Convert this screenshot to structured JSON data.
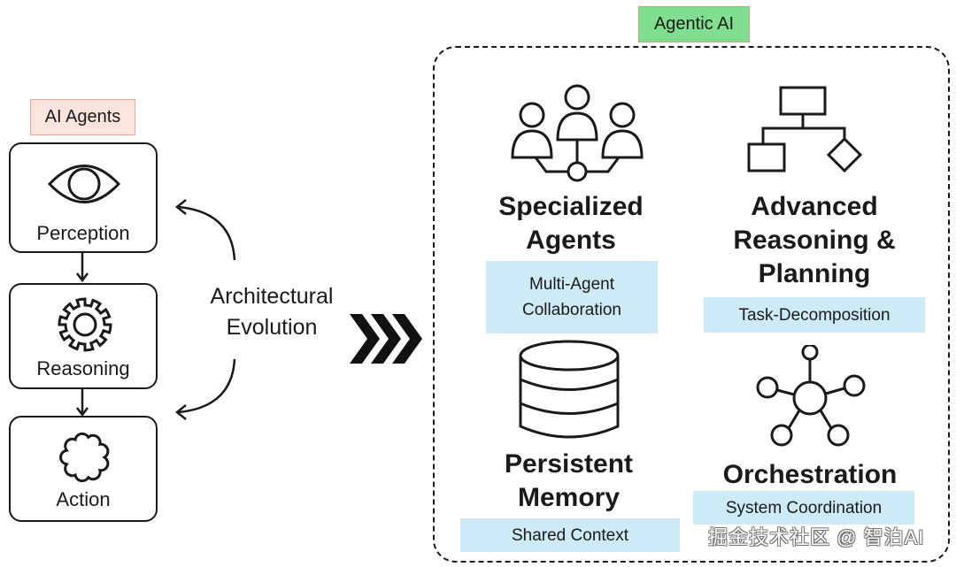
{
  "left_panel": {
    "tag": "AI Agents",
    "stages": [
      {
        "label": "Perception",
        "icon": "eye-icon"
      },
      {
        "label": "Reasoning",
        "icon": "gear-icon"
      },
      {
        "label": "Action",
        "icon": "cloud-icon"
      }
    ]
  },
  "middle": {
    "line1": "Architectural",
    "line2": "Evolution",
    "arrow_icon": "triple-chevron-right-icon"
  },
  "right_panel": {
    "tag": "Agentic AI",
    "features": [
      {
        "title_lines": [
          "Specialized",
          "Agents"
        ],
        "subtitle_lines": [
          "Multi-Agent",
          "Collaboration"
        ],
        "icon": "people-network-icon"
      },
      {
        "title_lines": [
          "Advanced",
          "Reasoning &",
          "Planning"
        ],
        "subtitle_lines": [
          "Task-Decomposition"
        ],
        "icon": "flowchart-icon"
      },
      {
        "title_lines": [
          "Persistent",
          "Memory"
        ],
        "subtitle_lines": [
          "Shared Context"
        ],
        "icon": "database-icon"
      },
      {
        "title_lines": [
          "Orchestration"
        ],
        "subtitle_lines": [
          "System Coordination"
        ],
        "icon": "hub-network-icon"
      }
    ]
  },
  "watermark": "掘金技术社区 @ 智泊AI",
  "colors": {
    "ai_agents_tag_bg": "#fbe4dc",
    "agentic_ai_tag_bg": "#7fdf8e",
    "subtitle_bg": "#cdebf7",
    "stroke": "#1a1a1a"
  }
}
